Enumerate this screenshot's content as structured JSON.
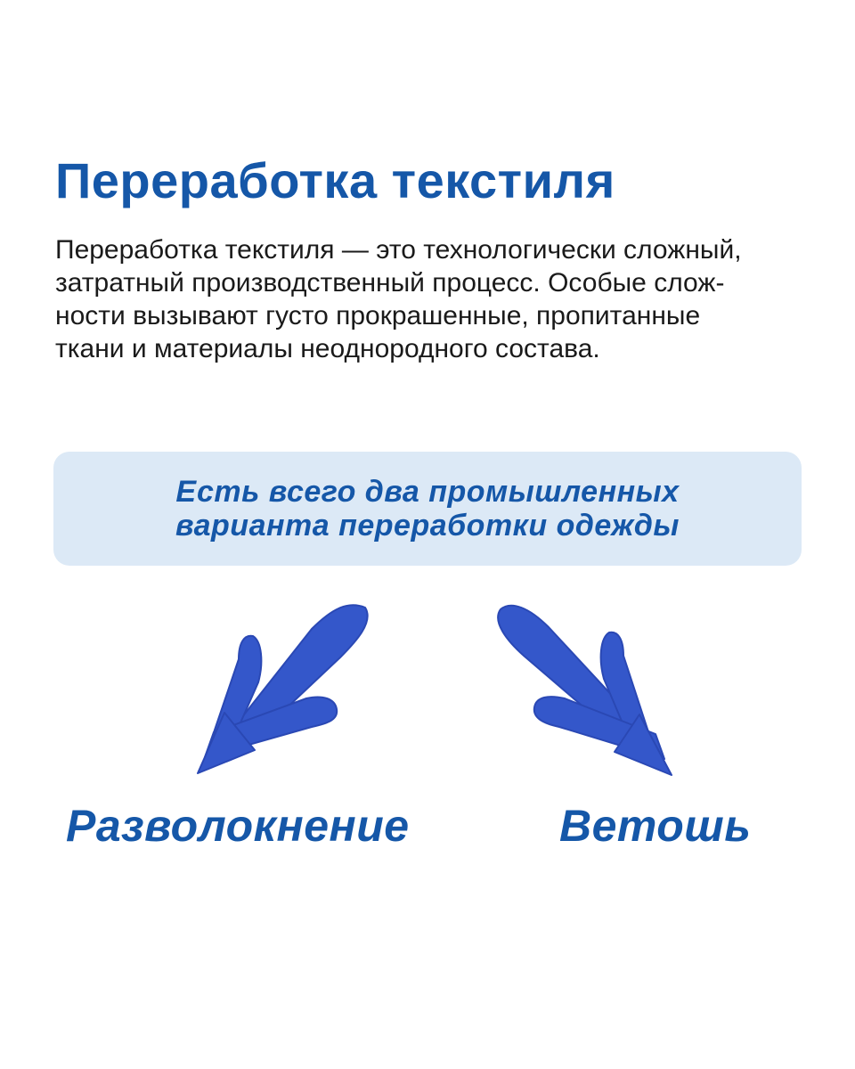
{
  "title": "Переработка текстиля",
  "intro_lines": [
    "Переработка текстиля —  это технологически сложный,",
    "затратный производственный процесс. Особые слож-",
    "ности вызывают густо прокрашенные, пропитанные",
    "ткани и материалы неоднородного состава."
  ],
  "callout": {
    "lines": [
      "Есть всего два промышленных",
      "варианта переработки одежды"
    ]
  },
  "arrows": {
    "left": {
      "icon": "arrow-down-left-icon"
    },
    "right": {
      "icon": "arrow-down-right-icon"
    }
  },
  "options": {
    "left": "Разволокнение",
    "right": "Ветошь"
  },
  "colors": {
    "heading": "#1557a8",
    "body_text": "#1a1a1a",
    "callout_bg": "#dce9f6",
    "callout_text": "#1557a8",
    "arrow": "#2a4fc8",
    "arrow_dark": "#1f3fb0",
    "page_bg": "#ffffff"
  }
}
